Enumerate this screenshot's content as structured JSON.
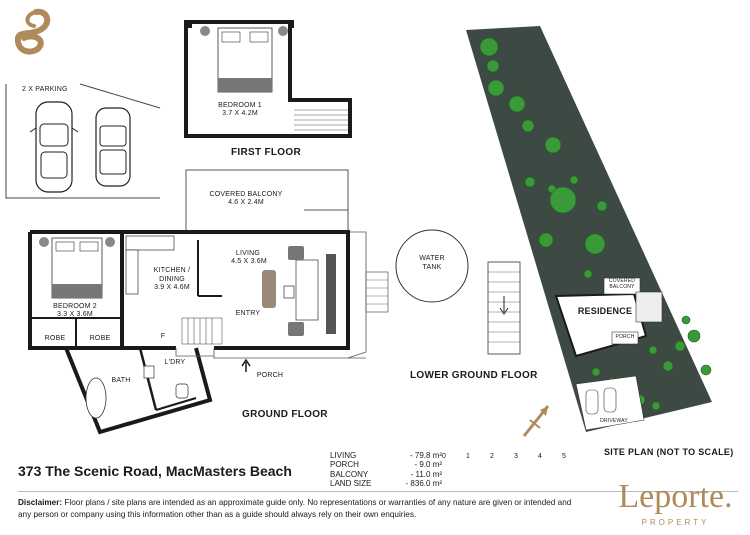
{
  "colors": {
    "wall": "#1a1a1a",
    "brand": "#b08a5b",
    "site": "#3d4a43",
    "tree": "#3a9a3a"
  },
  "parking": {
    "label": "2 x PARKING"
  },
  "first_floor": {
    "title": "FIRST FLOOR",
    "bedroom1": {
      "name": "BEDROOM 1",
      "size": "3.7 x 4.2m"
    }
  },
  "ground_floor": {
    "title": "GROUND FLOOR",
    "covered_balcony": {
      "name": "COVERED BALCONY",
      "size": "4.6 x 2.4m"
    },
    "living": {
      "name": "LIVING",
      "size": "4.5 x 3.6m"
    },
    "kitchen": {
      "line1": "KITCHEN /",
      "line2": "DINING",
      "size": "3.9 x 4.6m"
    },
    "bedroom2": {
      "name": "BEDROOM 2",
      "size": "3.3 x 3.6m"
    },
    "robe1": "ROBE",
    "robe2": "ROBE",
    "entry": "ENTRY",
    "bath": "BATH",
    "ldry": "L'DRY",
    "porch": "PORCH",
    "f_label": "F"
  },
  "lower_ground": {
    "title": "LOWER GROUND FLOOR",
    "water_tank_1": "WATER",
    "water_tank_2": "TANK"
  },
  "site_plan": {
    "title": "SITE PLAN (NOT TO SCALE)",
    "residence": "RESIDENCE",
    "covered_balcony_1": "COVERED",
    "covered_balcony_2": "BALCONY",
    "porch": "PORCH",
    "driveway": "DRIVEWAY"
  },
  "address": "373 The Scenic Road, MacMasters Beach",
  "areas": [
    {
      "label": "LIVING",
      "value": "- 79.8 m²"
    },
    {
      "label": "PORCH",
      "value": "- 9.0 m²"
    },
    {
      "label": "BALCONY",
      "value": "- 11.0 m²"
    },
    {
      "label": "LAND SIZE",
      "value": "- 836.0 m²"
    }
  ],
  "scale": {
    "ticks": [
      "0",
      "1",
      "2",
      "3",
      "4",
      "5"
    ]
  },
  "disclaimer": {
    "bold": "Disclaimer:",
    "text": " Floor plans / site plans are intended as an approximate guide only. No representations or warranties of any nature are given or intended and any person or company using this information other than as a guide should always rely on their own enquiries."
  },
  "brand": {
    "name": "Leporte.",
    "sub": "PROPERTY"
  }
}
